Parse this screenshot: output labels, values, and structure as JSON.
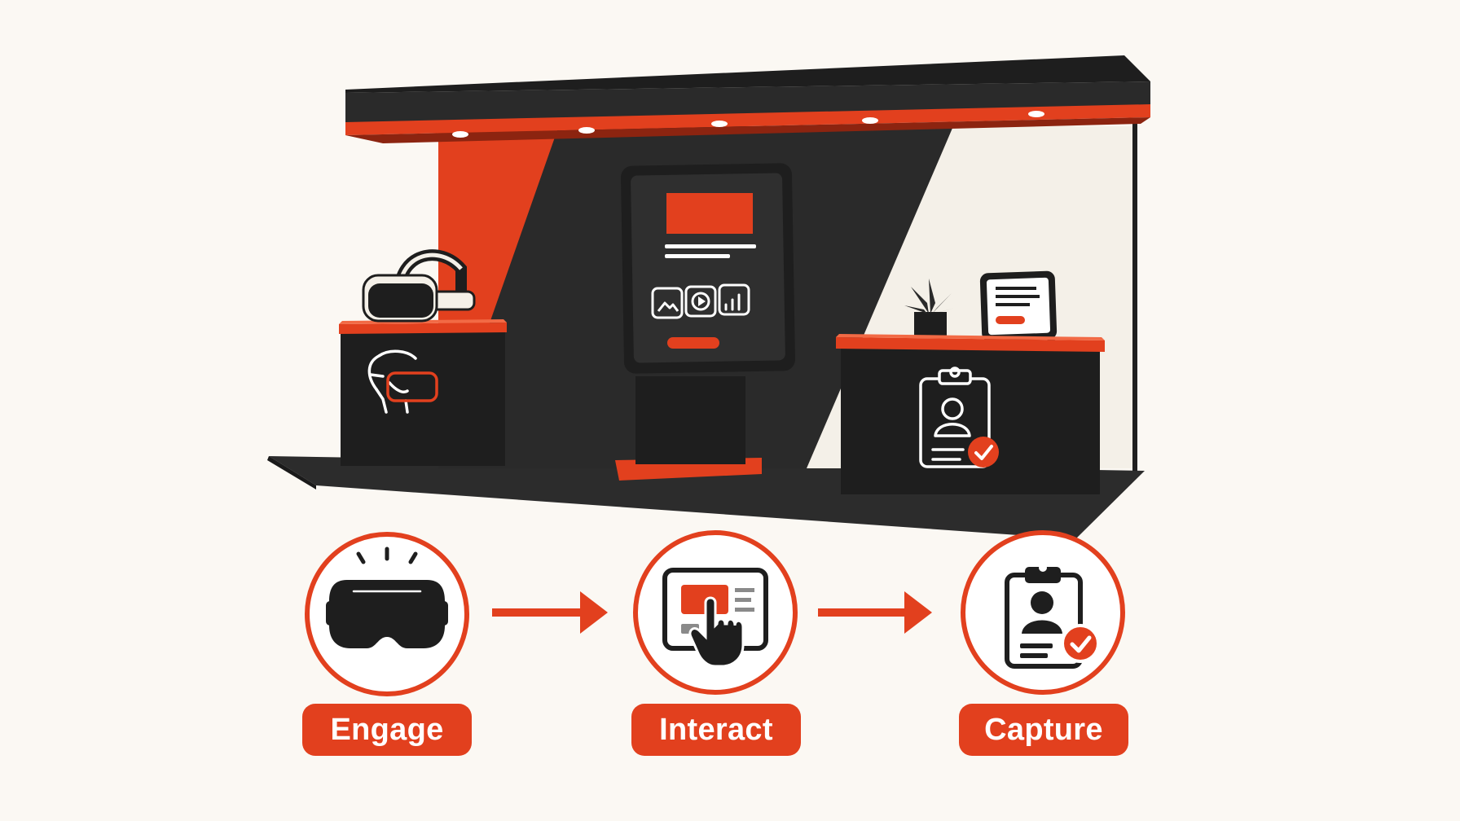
{
  "colors": {
    "background": "#FBF8F3",
    "accent": "#E2401E",
    "dark": "#2A2A2A",
    "black": "#1E1E1E",
    "cream": "#F4F0E8"
  },
  "booth": {
    "left_pedestal_icon": "vr-headset-head-icon",
    "kiosk_icons": [
      "image-icon",
      "play-icon",
      "bar-chart-icon"
    ],
    "desk_icon": "clipboard-person-check-icon",
    "props": [
      "vr-headset-icon",
      "plant-icon",
      "tablet-icon"
    ]
  },
  "steps": [
    {
      "icon": "vr-headset-icon",
      "label": "Engage"
    },
    {
      "icon": "touch-screen-icon",
      "label": "Interact"
    },
    {
      "icon": "clipboard-check-icon",
      "label": "Capture"
    }
  ]
}
